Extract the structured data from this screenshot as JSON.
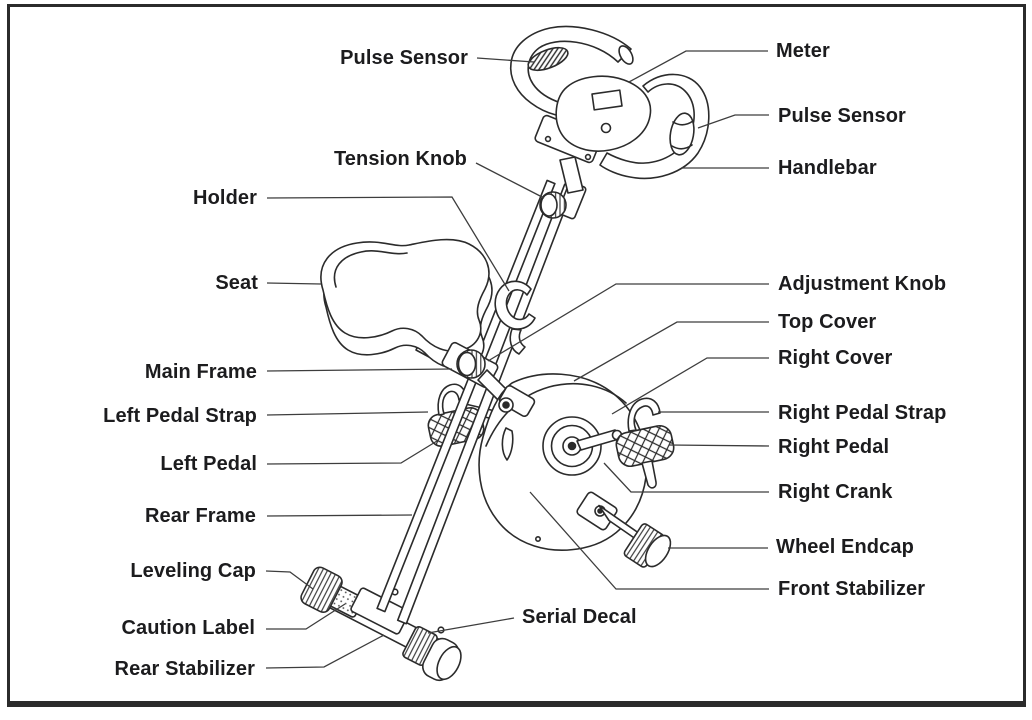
{
  "diagram": {
    "subject": "exercise-bike-parts-diagram",
    "labels": {
      "pulse_sensor_left": "Pulse Sensor",
      "meter": "Meter",
      "pulse_sensor_right": "Pulse Sensor",
      "handlebar": "Handlebar",
      "tension_knob": "Tension Knob",
      "holder": "Holder",
      "seat": "Seat",
      "adjustment_knob": "Adjustment Knob",
      "top_cover": "Top Cover",
      "right_cover": "Right Cover",
      "main_frame": "Main Frame",
      "left_pedal_strap": "Left Pedal Strap",
      "right_pedal_strap": "Right Pedal Strap",
      "left_pedal": "Left Pedal",
      "right_pedal": "Right Pedal",
      "right_crank": "Right Crank",
      "rear_frame": "Rear Frame",
      "wheel_endcap": "Wheel Endcap",
      "leveling_cap": "Leveling Cap",
      "front_stabilizer": "Front Stabilizer",
      "caution_label": "Caution Label",
      "serial_decal": "Serial Decal",
      "rear_stabilizer": "Rear Stabilizer"
    },
    "colors": {
      "line": "#2b2b2b",
      "leader": "#3d3d3d",
      "text": "#1c1c1e",
      "background": "#ffffff"
    }
  }
}
